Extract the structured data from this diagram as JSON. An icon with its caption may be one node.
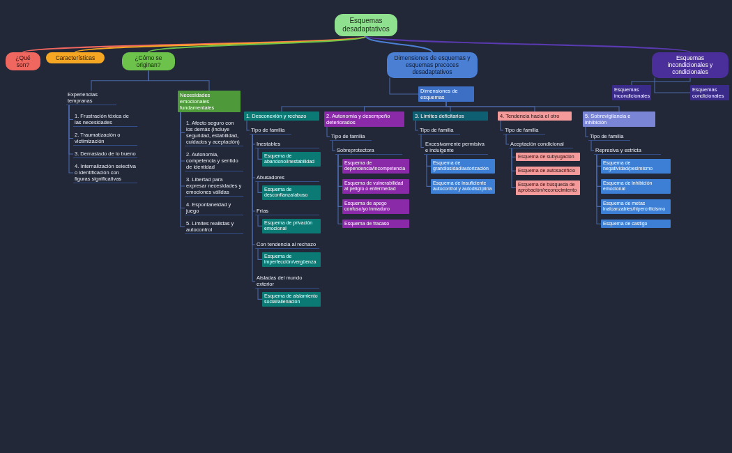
{
  "diagram": {
    "nodes": [
      {
        "text": [
          "Esquemas desadaptativos"
        ]
      },
      {
        "text": [
          "¿Qué son?"
        ]
      },
      {
        "text": [
          "Características"
        ]
      },
      {
        "text": [
          "¿Cómo se originan?"
        ]
      },
      {
        "text": [
          "Dimensiones de esquemas y esquemas precoces desadaptativos"
        ]
      },
      {
        "text": [
          "Esquemas incondicionales y condicionales"
        ]
      },
      {
        "text": [
          "Experiencias tempranas"
        ]
      },
      {
        "text": [
          "Necesidades emocionales fundamentales"
        ]
      },
      {
        "text": [
          "1. Frustración tóxica de las necesidades"
        ]
      },
      {
        "text": [
          "2. Traumatización o victimización"
        ]
      },
      {
        "text": [
          "3. Demasiado de lo bueno"
        ]
      },
      {
        "text": [
          "4. Internalización selectiva o identificación con figuras significativas"
        ]
      },
      {
        "text": [
          "1. Afecto seguro con los demás (incluye seguridad, estabilidad, cuidados y aceptación)"
        ]
      },
      {
        "text": [
          "2. Autonomía, competencia y sentido de identidad"
        ]
      },
      {
        "text": [
          "3. Libertad para expresar necesidades y emociones válidas"
        ]
      },
      {
        "text": [
          "4. Espontaneidad y juego"
        ]
      },
      {
        "text": [
          "5. Límites realistas y autocontrol"
        ]
      },
      {
        "text": [
          "Dimensiones de esquemas"
        ]
      },
      {
        "text": [
          "1. Desconexión y rechazo"
        ]
      },
      {
        "text": [
          "2. Autonomía y desempeño deteriorados"
        ]
      },
      {
        "text": [
          "3. Límites deficitarios"
        ]
      },
      {
        "text": [
          "4. Tendencia hacia el otro"
        ]
      },
      {
        "text": [
          "5. Sobrevigilancia e inhibición"
        ]
      },
      {
        "text": [
          "Tipo de familia"
        ]
      },
      {
        "text": [
          "Tipo de familia"
        ]
      },
      {
        "text": [
          "Tipo de familia"
        ]
      },
      {
        "text": [
          "Tipo de familia"
        ]
      },
      {
        "text": [
          "Tipo de familia"
        ]
      },
      {
        "text": [
          "Inestables"
        ]
      },
      {
        "text": [
          "Abusadores"
        ]
      },
      {
        "text": [
          "Frías"
        ]
      },
      {
        "text": [
          "Con tendencia al rechazo"
        ]
      },
      {
        "text": [
          "Aisladas del mundo exterior"
        ]
      },
      {
        "text": [
          "Esquema de abandono/inestabilidad"
        ]
      },
      {
        "text": [
          "Esquema de desconfianza/abuso"
        ]
      },
      {
        "text": [
          "Esquema de privación emocional"
        ]
      },
      {
        "text": [
          "Esquema de imperfección/vergüenza"
        ]
      },
      {
        "text": [
          "Esquema de aislamiento social/alienación"
        ]
      },
      {
        "text": [
          "Sobreprotectora"
        ]
      },
      {
        "text": [
          "Esquema de dependencia/incompetencia"
        ]
      },
      {
        "text": [
          "Esquema de vulnerabilidad al peligro o enfermedad"
        ]
      },
      {
        "text": [
          "Esquema de apego confuso/yo inmaduro"
        ]
      },
      {
        "text": [
          "Esquema de fracaso"
        ]
      },
      {
        "text": [
          "Excesivamente permisiva e indulgente"
        ]
      },
      {
        "text": [
          "Esquema de grandiosidad/autorización"
        ]
      },
      {
        "text": [
          "Esquema de insuficiente autocontrol y autodisciplina"
        ]
      },
      {
        "text": [
          "Aceptación condicional"
        ]
      },
      {
        "text": [
          "Esquema de subyugación"
        ]
      },
      {
        "text": [
          "Esquema de autosacrificio"
        ]
      },
      {
        "text": [
          "Esquema de búsqueda de aprobación/reconocimiento"
        ]
      },
      {
        "text": [
          "Represiva y estricta"
        ]
      },
      {
        "text": [
          "Esquema de negatividad/pesimismo"
        ]
      },
      {
        "text": [
          "Esquema de inhibición emocional"
        ]
      },
      {
        "text": [
          "Esquema de metas inalcanzables/hipercriticismo"
        ]
      },
      {
        "text": [
          "Esquema de castigo"
        ]
      },
      {
        "text": [
          "Esquemas incondicionales"
        ]
      },
      {
        "text": [
          "Esquemas condicionales"
        ]
      }
    ],
    "edges": [
      {
        "from": 0,
        "to": 1,
        "arrow": "none",
        "color": "#f0675f"
      },
      {
        "from": 0,
        "to": 2,
        "arrow": "none",
        "color": "#f5a623"
      },
      {
        "from": 0,
        "to": 3,
        "arrow": "none",
        "color": "#6cc24a"
      },
      {
        "from": 0,
        "to": 4,
        "arrow": "none",
        "color": "#4a7fd4"
      },
      {
        "from": 0,
        "to": 5,
        "arrow": "none",
        "color": "#5a3ab0"
      },
      {
        "from": 3,
        "to": 6,
        "arrow": "none"
      },
      {
        "from": 3,
        "to": 7,
        "arrow": "none"
      },
      {
        "from": 6,
        "to": 8,
        "arrow": "none"
      },
      {
        "from": 6,
        "to": 9,
        "arrow": "none"
      },
      {
        "from": 6,
        "to": 10,
        "arrow": "none"
      },
      {
        "from": 6,
        "to": 11,
        "arrow": "none"
      },
      {
        "from": 7,
        "to": 12,
        "arrow": "none"
      },
      {
        "from": 7,
        "to": 13,
        "arrow": "none"
      },
      {
        "from": 7,
        "to": 14,
        "arrow": "none"
      },
      {
        "from": 7,
        "to": 15,
        "arrow": "none"
      },
      {
        "from": 7,
        "to": 16,
        "arrow": "none"
      },
      {
        "from": 4,
        "to": 17,
        "arrow": "none"
      },
      {
        "from": 17,
        "to": 18,
        "arrow": "none"
      },
      {
        "from": 17,
        "to": 19,
        "arrow": "none"
      },
      {
        "from": 17,
        "to": 20,
        "arrow": "none"
      },
      {
        "from": 17,
        "to": 21,
        "arrow": "none"
      },
      {
        "from": 17,
        "to": 22,
        "arrow": "none"
      },
      {
        "from": 18,
        "to": 23,
        "arrow": "none"
      },
      {
        "from": 19,
        "to": 24,
        "arrow": "none"
      },
      {
        "from": 20,
        "to": 25,
        "arrow": "none"
      },
      {
        "from": 21,
        "to": 26,
        "arrow": "none"
      },
      {
        "from": 22,
        "to": 27,
        "arrow": "none"
      },
      {
        "from": 23,
        "to": 28,
        "arrow": "none"
      },
      {
        "from": 23,
        "to": 29,
        "arrow": "none"
      },
      {
        "from": 23,
        "to": 30,
        "arrow": "none"
      },
      {
        "from": 23,
        "to": 31,
        "arrow": "none"
      },
      {
        "from": 23,
        "to": 32,
        "arrow": "none"
      },
      {
        "from": 28,
        "to": 33,
        "arrow": "none"
      },
      {
        "from": 29,
        "to": 34,
        "arrow": "none"
      },
      {
        "from": 30,
        "to": 35,
        "arrow": "none"
      },
      {
        "from": 31,
        "to": 36,
        "arrow": "none"
      },
      {
        "from": 32,
        "to": 37,
        "arrow": "none"
      },
      {
        "from": 24,
        "to": 38,
        "arrow": "none"
      },
      {
        "from": 38,
        "to": 39,
        "arrow": "none"
      },
      {
        "from": 38,
        "to": 40,
        "arrow": "none"
      },
      {
        "from": 38,
        "to": 41,
        "arrow": "none"
      },
      {
        "from": 38,
        "to": 42,
        "arrow": "none"
      },
      {
        "from": 25,
        "to": 43,
        "arrow": "none"
      },
      {
        "from": 43,
        "to": 44,
        "arrow": "none"
      },
      {
        "from": 43,
        "to": 45,
        "arrow": "none"
      },
      {
        "from": 26,
        "to": 46,
        "arrow": "none"
      },
      {
        "from": 46,
        "to": 47,
        "arrow": "none"
      },
      {
        "from": 46,
        "to": 48,
        "arrow": "none"
      },
      {
        "from": 46,
        "to": 49,
        "arrow": "none"
      },
      {
        "from": 27,
        "to": 50,
        "arrow": "none"
      },
      {
        "from": 50,
        "to": 51,
        "arrow": "none"
      },
      {
        "from": 50,
        "to": 52,
        "arrow": "none"
      },
      {
        "from": 50,
        "to": 53,
        "arrow": "none"
      },
      {
        "from": 50,
        "to": 54,
        "arrow": "none"
      },
      {
        "from": 5,
        "to": 55,
        "arrow": "none"
      },
      {
        "from": 5,
        "to": 56,
        "arrow": "none"
      }
    ]
  }
}
